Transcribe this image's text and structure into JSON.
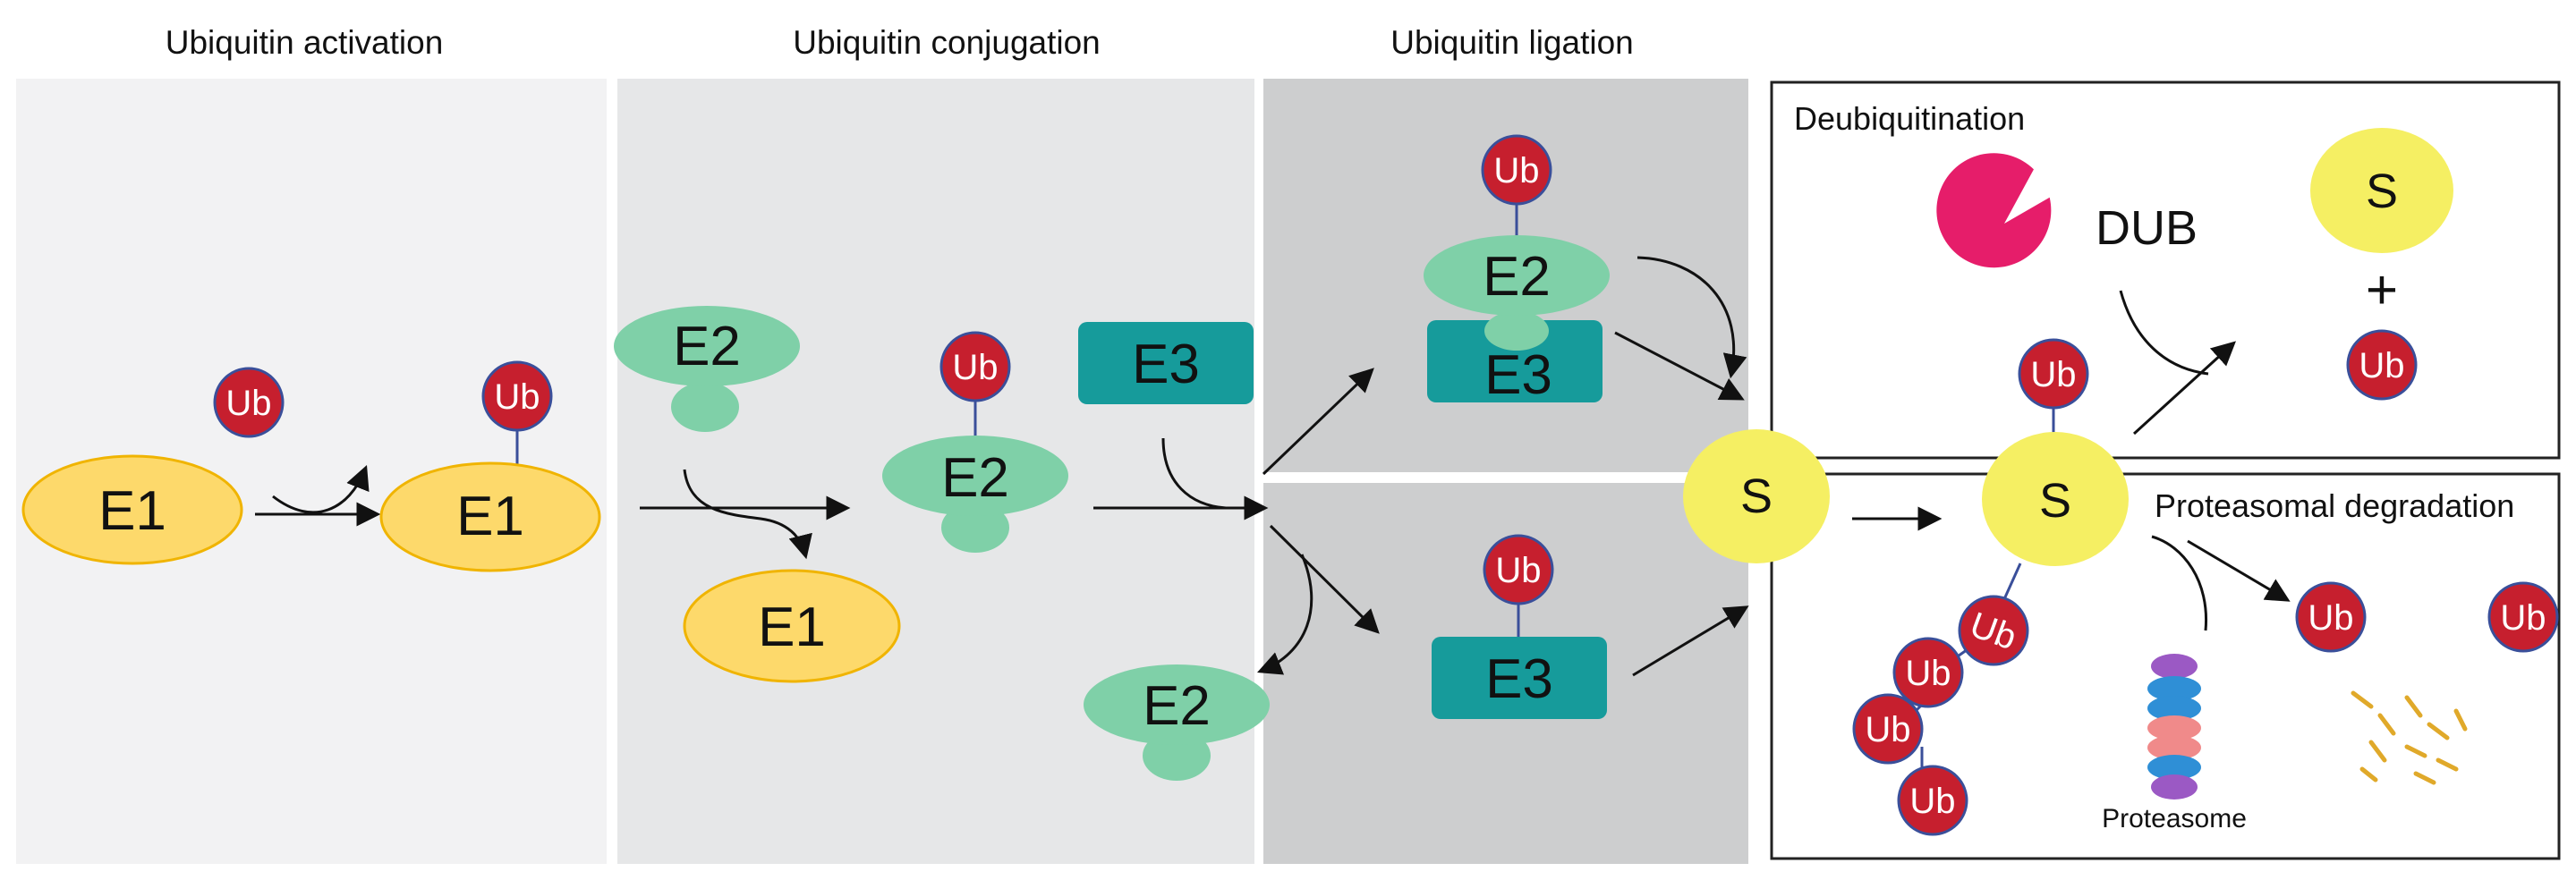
{
  "colors": {
    "e1_fill": "#fdd96b",
    "e1_stroke": "#f0b400",
    "e2_fill": "#7fd0a8",
    "e3_fill": "#169b9b",
    "ub_fill": "#c61f2e",
    "ub_stroke": "#3a4f9a",
    "substrate_fill": "#f5ef63",
    "dub_fill": "#e61d6a",
    "panel1_bg": "#f2f2f3",
    "panel2_bg": "#e6e7e8",
    "panel3_bg": "#cdcecf"
  },
  "sections": {
    "activation": "Ubiquitin activation",
    "conjugation": "Ubiquitin conjugation",
    "ligation": "Ubiquitin ligation"
  },
  "boxes": {
    "deubiquitination": "Deubiquitination",
    "degradation": "Proteasomal degradation"
  },
  "labels": {
    "e1": "E1",
    "e2": "E2",
    "e3": "E3",
    "ub": "Ub",
    "substrate": "S",
    "dub": "DUB",
    "plus": "+",
    "proteasome": "Proteasome"
  }
}
